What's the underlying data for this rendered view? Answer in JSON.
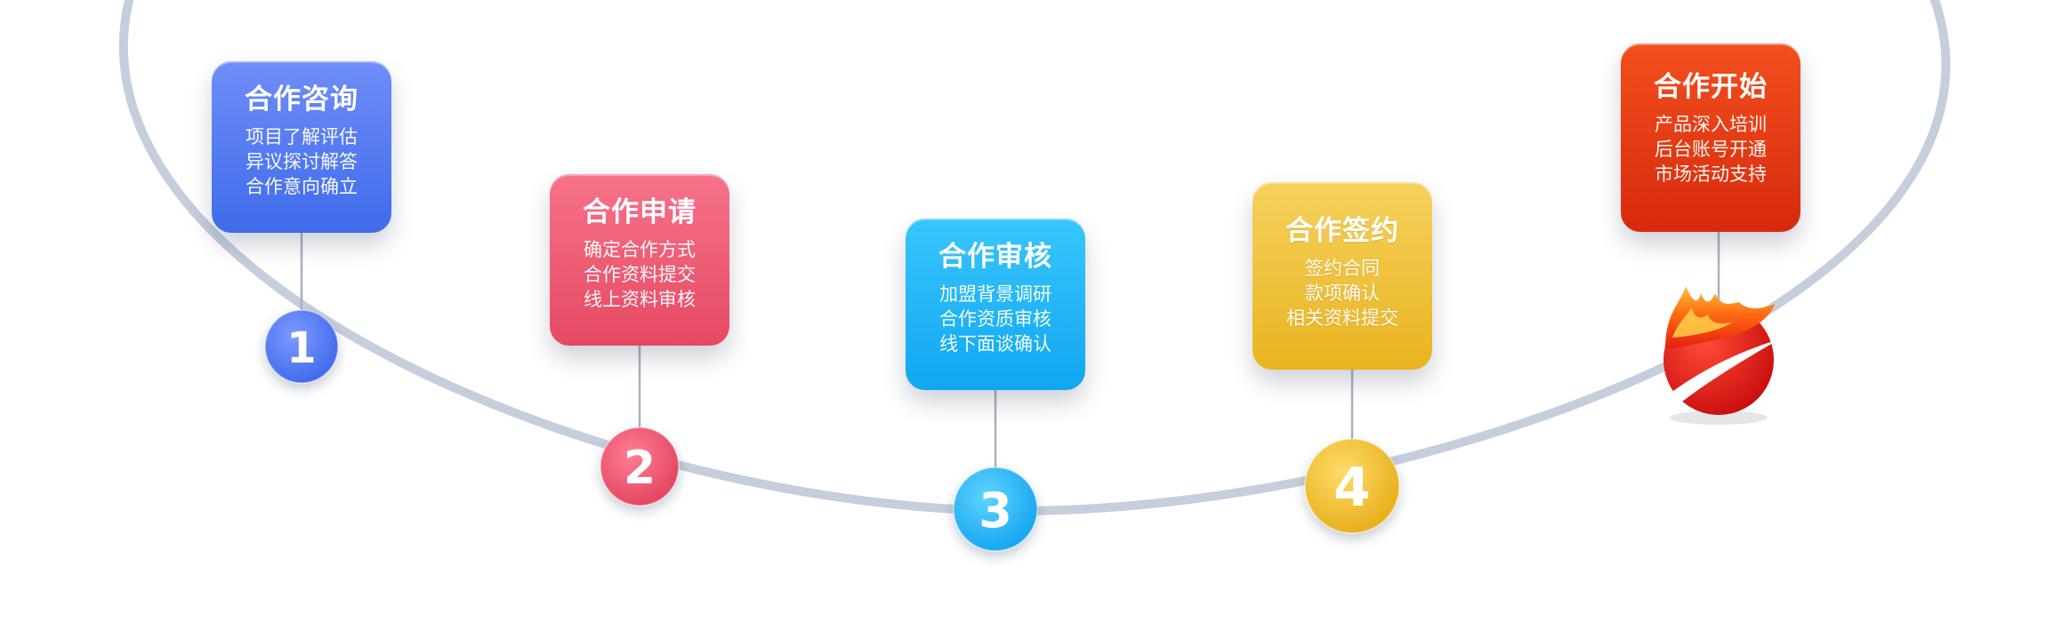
{
  "steps": [
    {
      "number": "1",
      "title": "合作咨询",
      "lines": [
        "项目了解评估",
        "异议探讨解答",
        "合作意向确立"
      ],
      "color": "#4d78f1"
    },
    {
      "number": "2",
      "title": "合作申请",
      "lines": [
        "确定合作方式",
        "合作资料提交",
        "线上资料审核"
      ],
      "color": "#ec5470"
    },
    {
      "number": "3",
      "title": "合作审核",
      "lines": [
        "加盟背景调研",
        "合作资质审核",
        "线下面谈确认"
      ],
      "color": "#22b4f7"
    },
    {
      "number": "4",
      "title": "合作签约",
      "lines": [
        "签约合同",
        "款项确认",
        "相关资料提交"
      ],
      "color": "#eec33b"
    },
    {
      "number": "",
      "title": "合作开始",
      "lines": [
        "产品深入培训",
        "后台账号开通",
        "市场活动支持"
      ],
      "color": "#e13a12",
      "icon": "flame-ball-icon"
    }
  ],
  "arc_color": "#c5cedc"
}
